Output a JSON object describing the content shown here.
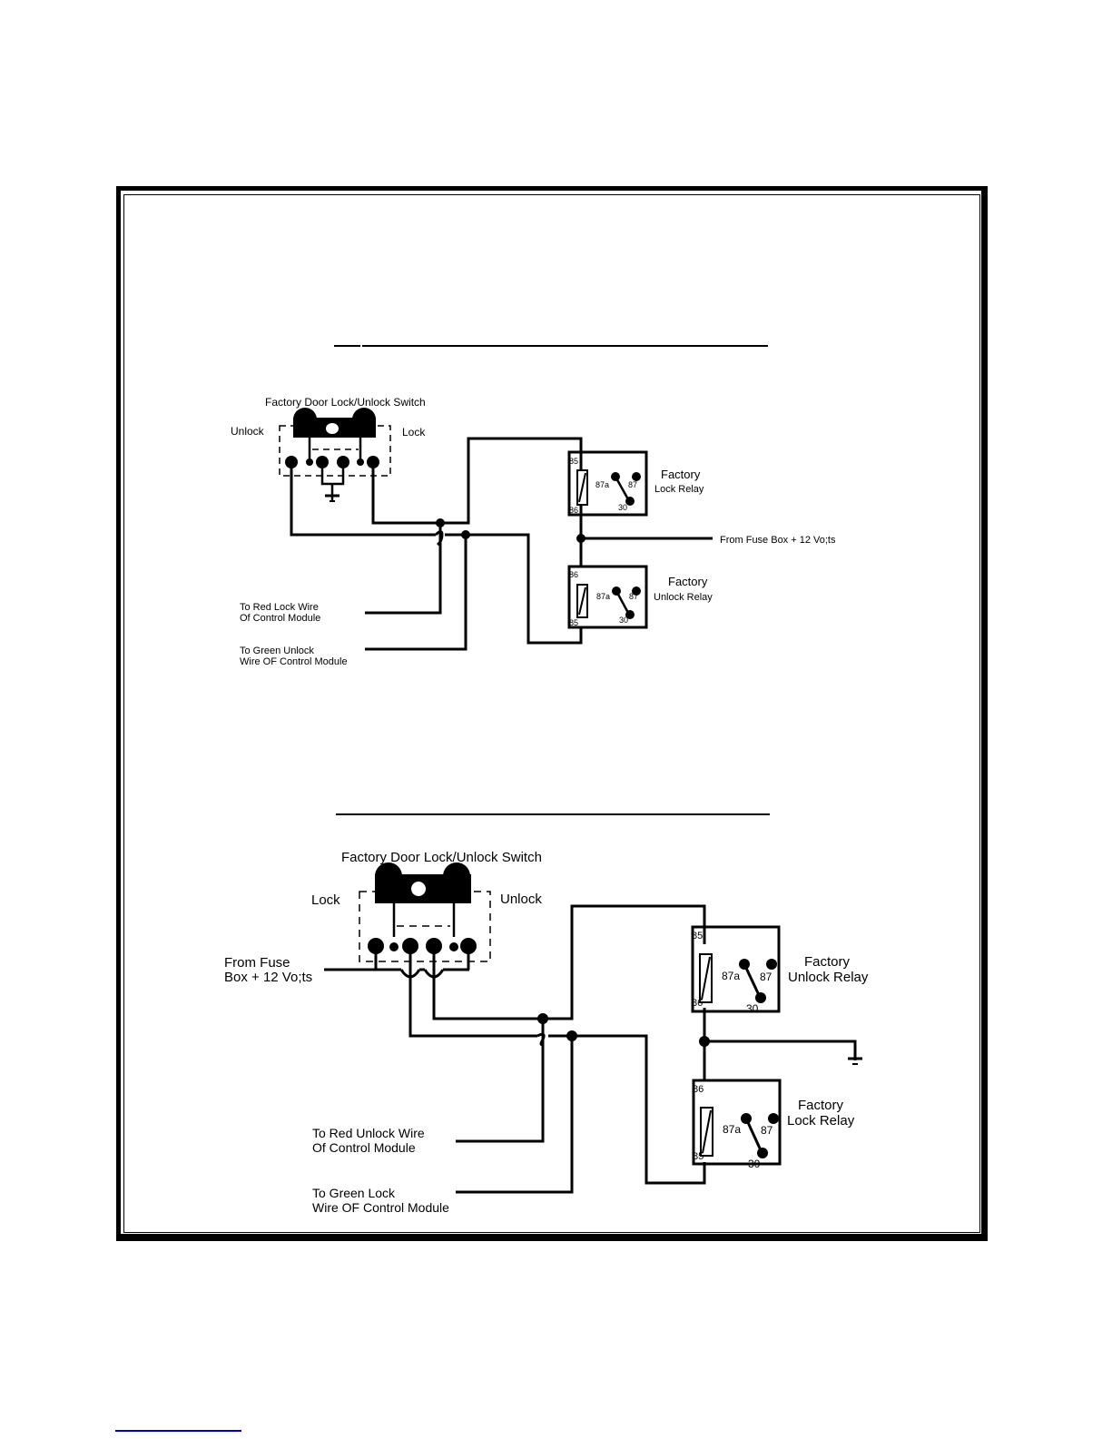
{
  "page": {
    "link_color": "#0000cc"
  },
  "diagram1": {
    "switch_label": "Factory Door Lock/Unlock Switch",
    "left_label": "Unlock",
    "right_label": "Lock",
    "relay_top": {
      "title": "Factory",
      "subtitle": "Lock Relay",
      "pins": {
        "coil_top": "85",
        "coil_bottom": "86",
        "nc": "87a",
        "no": "87",
        "common": "30"
      }
    },
    "relay_bottom": {
      "title": "Factory",
      "subtitle": "Unlock Relay",
      "pins": {
        "coil_top": "86",
        "coil_bottom": "85",
        "nc": "87a",
        "no": "87",
        "common": "30"
      }
    },
    "supply_label": "From Fuse Box + 12 Vo;ts",
    "wire_red": {
      "line1": "To Red Lock Wire",
      "line2": "Of Control Module"
    },
    "wire_green": {
      "line1": "To Green Unlock",
      "line2": "Wire OF Control Module"
    }
  },
  "diagram2": {
    "switch_label": "Factory Door Lock/Unlock Switch",
    "left_label": "Lock",
    "right_label": "Unlock",
    "supply_label": {
      "line1": "From Fuse",
      "line2": "Box + 12 Vo;ts"
    },
    "relay_top": {
      "title": "Factory",
      "subtitle": "Unlock Relay",
      "pins": {
        "coil_top": "85",
        "coil_bottom": "86",
        "nc": "87a",
        "no": "87",
        "common": "30"
      }
    },
    "relay_bottom": {
      "title": "Factory",
      "subtitle": "Lock Relay",
      "pins": {
        "coil_top": "86",
        "coil_bottom": "85",
        "nc": "87a",
        "no": "87",
        "common": "30"
      }
    },
    "wire_red": {
      "line1": "To Red Unlock Wire",
      "line2": "Of Control Module"
    },
    "wire_green": {
      "line1": "To Green Lock",
      "line2": "Wire OF Control Module"
    }
  }
}
